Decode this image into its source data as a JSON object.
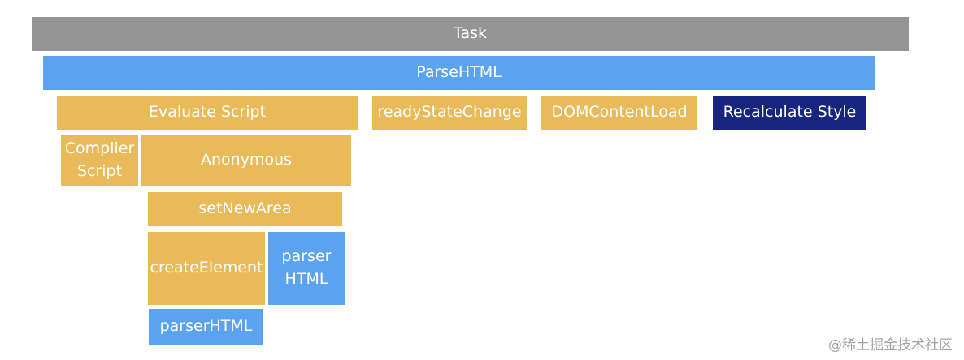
{
  "blocks": {
    "task": "Task",
    "parse_html": "ParseHTML",
    "evaluate_script": "Evaluate Script",
    "ready_state_change": "readyStateChange",
    "dom_content_load": "DOMContentLoad",
    "recalculate_style": "Recalculate Style",
    "complier_script": "Complier\nScript",
    "anonymous": "Anonymous",
    "set_new_area": "setNewArea",
    "create_element": "createElement",
    "parser_html_blue": "parser\nHTML",
    "parser_html_bottom": "parserHTML"
  },
  "colors": {
    "task": "#959595",
    "parse": "#5ba3ef",
    "script": "#e8ba59",
    "style": "#17257e"
  },
  "watermark": "@稀土掘金技术社区"
}
